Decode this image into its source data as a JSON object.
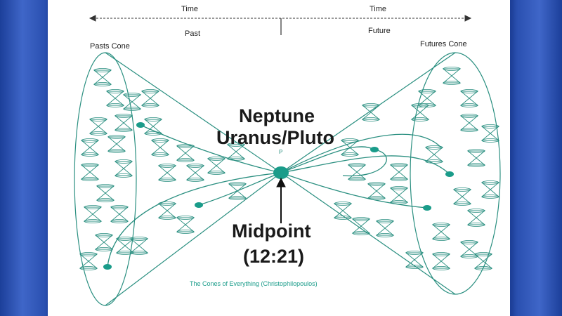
{
  "timeline": {
    "left_time": "Time",
    "right_time": "Time",
    "past": "Past",
    "future": "Future"
  },
  "labels": {
    "pasts_cone": "Pasts Cone",
    "futures_cone": "Futures Cone",
    "neptune": "Neptune",
    "uranus_pluto": "Uranus/Pluto",
    "point": "P",
    "midpoint": "Midpoint",
    "midpoint_time": "(12:21)",
    "caption": "The Cones of Everything (Christophilopoulos)"
  },
  "colors": {
    "teal": "#1a9c8a",
    "line": "#2a8f80",
    "background_blue": "#2a50b0"
  }
}
